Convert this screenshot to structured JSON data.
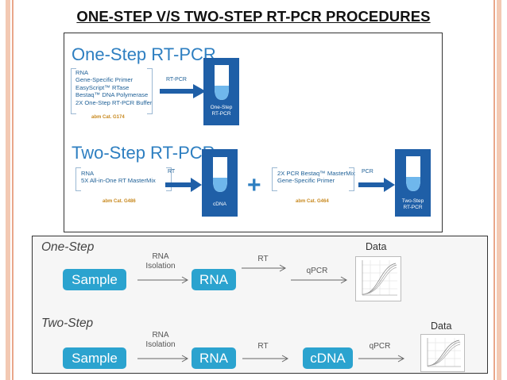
{
  "slide": {
    "title": "ONE-STEP V/S TWO-STEP RT-PCR PROCEDURES"
  },
  "panel_top": {
    "one_step": {
      "heading": "One-Step RT-PCR",
      "reagents": "RNA\nGene-Specific Primer\nEasyScript™ RTase\nBestaq™ DNA Polymerase\n2X One-Step RT-PCR Buffer",
      "catalog": "abm Cat. G174",
      "arrow_label": "RT-PCR",
      "tube_label": "One-Step\nRT-PCR"
    },
    "two_step": {
      "heading": "Two-Step RT-PCR",
      "reagents": "RNA\n5X All-in-One RT MasterMix",
      "catalog": "abm Cat. G486",
      "arrow_label_1": "RT",
      "tube_label_1": "cDNA",
      "plus": "+",
      "reagents_2": "2X PCR Bestaq™ MasterMix\nGene-Specific Primer",
      "catalog_2": "abm Cat. G464",
      "arrow_label_2": "PCR",
      "tube_label_2": "Two-Step\nRT-PCR"
    },
    "colors": {
      "accent": "#2e7fc1",
      "tube_box": "#1f5fa7",
      "catalog": "#c8891f"
    }
  },
  "panel_bottom": {
    "one_step": {
      "title": "One-Step",
      "sample": "Sample",
      "isolation": "RNA\nIsolation",
      "rna": "RNA",
      "rt": "RT",
      "qpcr": "qPCR",
      "data": "Data"
    },
    "two_step": {
      "title": "Two-Step",
      "sample": "Sample",
      "isolation": "RNA\nIsolation",
      "rna": "RNA",
      "rt": "RT",
      "cdna": "cDNA",
      "qpcr": "qPCR",
      "data": "Data"
    },
    "colors": {
      "pill": "#2ba3cf"
    }
  }
}
